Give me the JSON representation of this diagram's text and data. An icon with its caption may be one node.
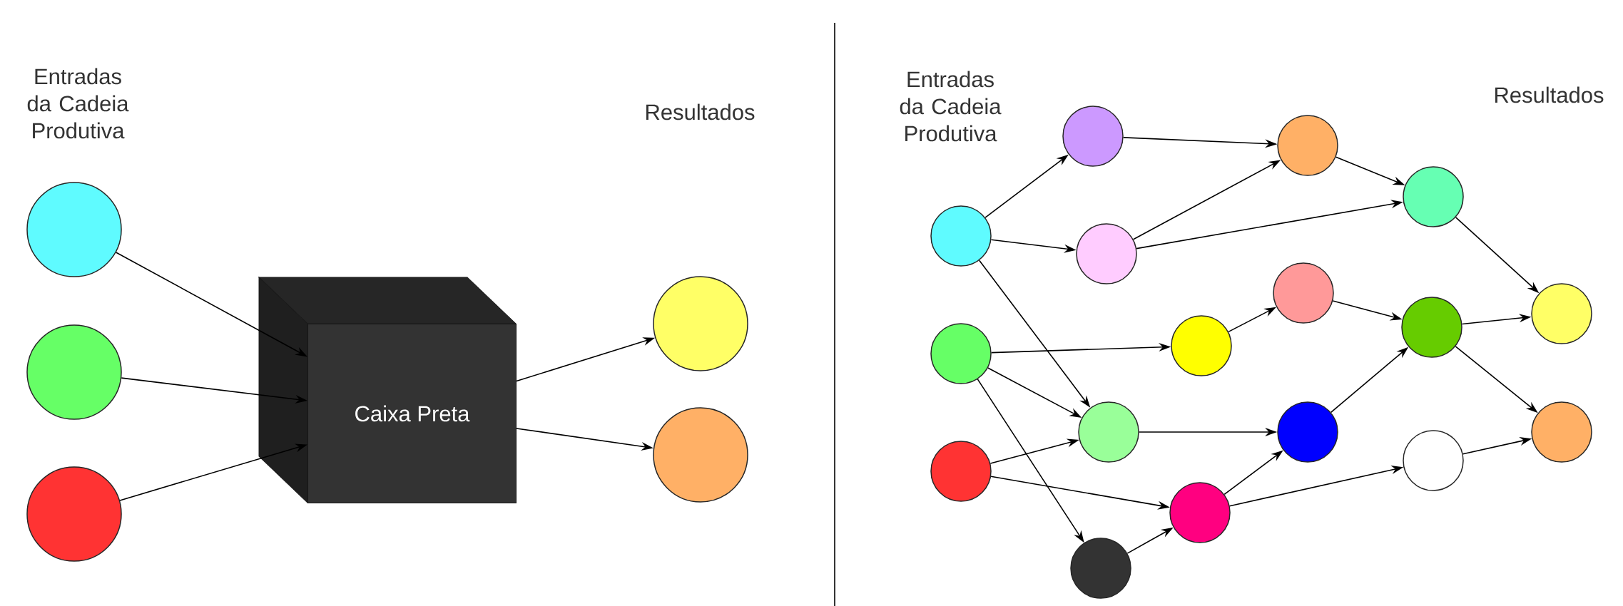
{
  "diagram": {
    "nodes": [
      {
        "text": [],
        "shape": "circle"
      },
      {
        "text": [],
        "shape": "circle"
      },
      {
        "text": [],
        "shape": "circle"
      },
      {
        "text": [
          "Caixa Preta"
        ]
      },
      {
        "text": [],
        "shape": "circle"
      },
      {
        "text": [],
        "shape": "circle"
      },
      {
        "text": [],
        "shape": "circle"
      },
      {
        "text": [],
        "shape": "circle"
      },
      {
        "text": [],
        "shape": "circle"
      },
      {
        "text": [],
        "shape": "circle"
      },
      {
        "text": [],
        "shape": "circle"
      },
      {
        "text": [],
        "shape": "circle"
      },
      {
        "text": [],
        "shape": "circle"
      },
      {
        "text": [],
        "shape": "circle"
      },
      {
        "text": [],
        "shape": "circle"
      },
      {
        "text": [],
        "shape": "circle"
      },
      {
        "text": [],
        "shape": "circle"
      },
      {
        "text": [],
        "shape": "circle"
      },
      {
        "text": [],
        "shape": "circle"
      },
      {
        "text": [],
        "shape": "circle"
      },
      {
        "text": [],
        "shape": "circle"
      },
      {
        "text": [],
        "shape": "circle"
      },
      {
        "text": [],
        "shape": "circle"
      }
    ],
    "edges": [
      {
        "from": 0,
        "to": 3,
        "arrow": "to"
      },
      {
        "from": 1,
        "to": 3,
        "arrow": "to"
      },
      {
        "from": 2,
        "to": 3,
        "arrow": "to"
      },
      {
        "from": 3,
        "to": 4,
        "arrow": "to"
      },
      {
        "from": 3,
        "to": 5,
        "arrow": "to"
      },
      {
        "from": 6,
        "to": 7,
        "arrow": "to"
      },
      {
        "from": 6,
        "to": 8,
        "arrow": "to"
      },
      {
        "from": 6,
        "to": 16,
        "arrow": "to"
      },
      {
        "from": 7,
        "to": 9,
        "arrow": "to"
      },
      {
        "from": 8,
        "to": 9,
        "arrow": "to"
      },
      {
        "from": 8,
        "to": 10,
        "arrow": "to"
      },
      {
        "from": 9,
        "to": 10,
        "arrow": "to"
      },
      {
        "from": 10,
        "to": 14,
        "arrow": "to"
      },
      {
        "from": 15,
        "to": 12,
        "arrow": "to"
      },
      {
        "from": 15,
        "to": 16,
        "arrow": "to"
      },
      {
        "from": 15,
        "to": 22,
        "arrow": "to"
      },
      {
        "from": 18,
        "to": 16,
        "arrow": "to"
      },
      {
        "from": 18,
        "to": 19,
        "arrow": "to"
      },
      {
        "from": 12,
        "to": 11,
        "arrow": "to"
      },
      {
        "from": 11,
        "to": 13,
        "arrow": "to"
      },
      {
        "from": 16,
        "to": 17,
        "arrow": "to"
      },
      {
        "from": 22,
        "to": 19,
        "arrow": "to"
      },
      {
        "from": 19,
        "to": 17,
        "arrow": "to"
      },
      {
        "from": 19,
        "to": 20,
        "arrow": "to"
      },
      {
        "from": 17,
        "to": 13,
        "arrow": "to"
      },
      {
        "from": 13,
        "to": 14,
        "arrow": "to"
      },
      {
        "from": 13,
        "to": 21,
        "arrow": "to"
      },
      {
        "from": 20,
        "to": 21,
        "arrow": "to"
      }
    ],
    "labels": [
      "Entradas da Cadeia Produtiva",
      "Resultados",
      "Entradas da Cadeia Produtiva",
      "Resultados"
    ]
  }
}
